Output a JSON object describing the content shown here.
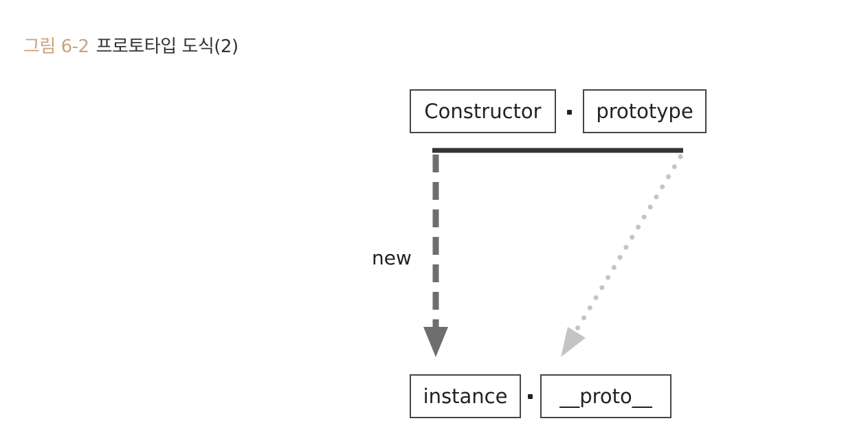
{
  "figure": {
    "number": "그림 6-2",
    "title": "프로토타입 도식(2)"
  },
  "top_row": {
    "constructor_label": "Constructor",
    "prototype_label": "prototype"
  },
  "bottom_row": {
    "instance_label": "instance",
    "proto_label": "__proto__"
  },
  "edge_label": "new",
  "colors": {
    "caption_number": "#c9a27b",
    "bar": "#333333",
    "dashed_arrow": "#6e6e6e",
    "dotted_arrow": "#c4c4c4"
  }
}
